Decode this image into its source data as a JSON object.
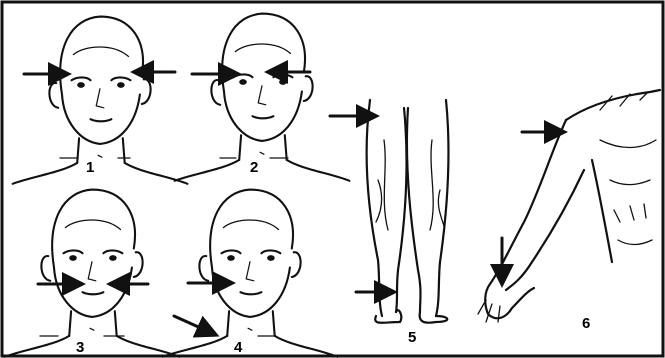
{
  "panels": [
    {
      "label": "1",
      "subject": "head-front",
      "markers": 2
    },
    {
      "label": "2",
      "subject": "head-front",
      "markers": 2
    },
    {
      "label": "3",
      "subject": "head-front",
      "markers": 2
    },
    {
      "label": "4",
      "subject": "head-front",
      "markers": 2
    },
    {
      "label": "5",
      "subject": "legs",
      "markers": 2
    },
    {
      "label": "6",
      "subject": "torso-arm",
      "markers": 2
    }
  ],
  "colors": {
    "ink": "#111111",
    "paper": "#ffffff"
  }
}
